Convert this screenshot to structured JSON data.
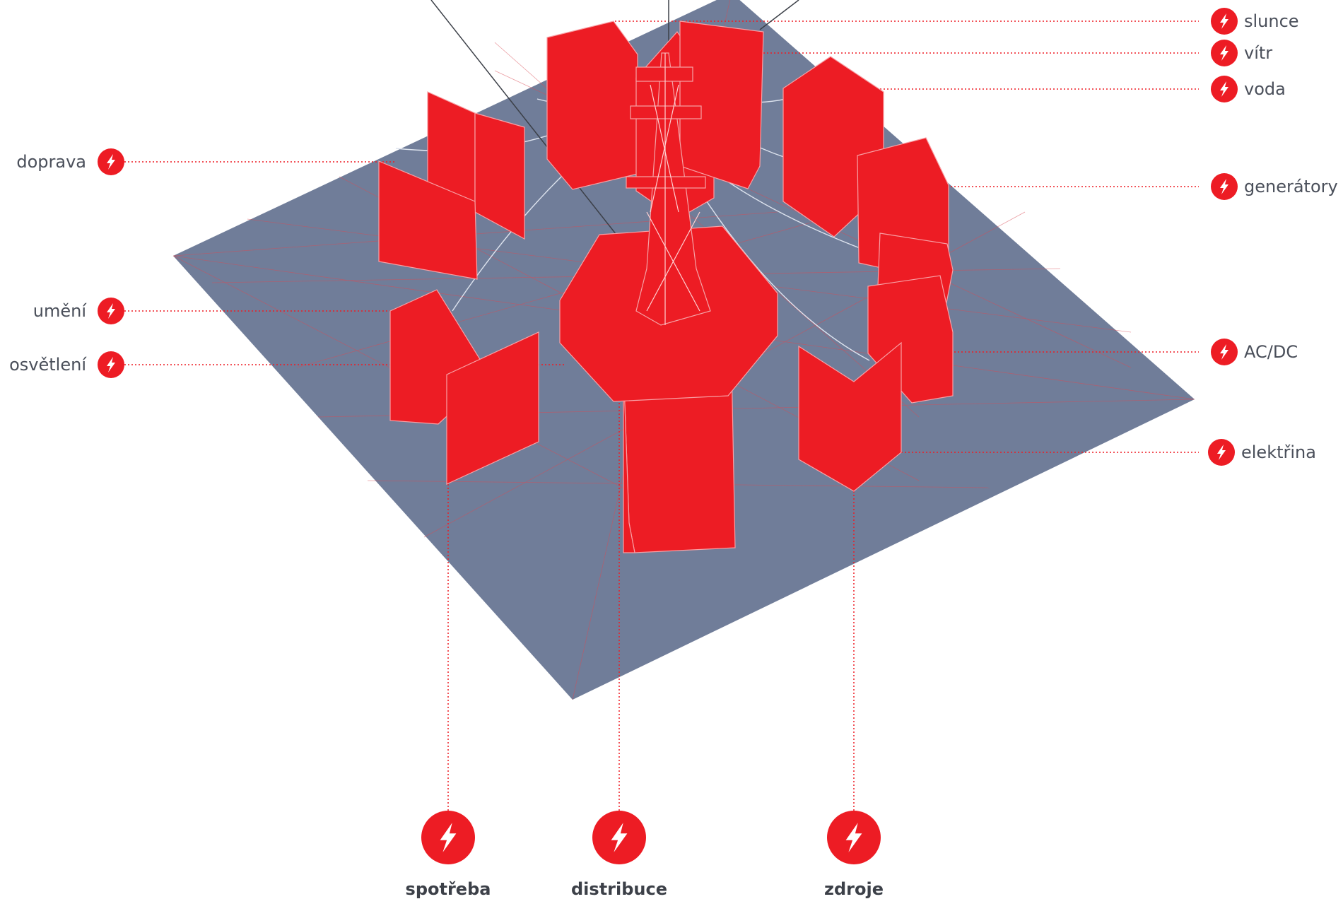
{
  "colors": {
    "accent": "#ed1c24",
    "base": "#707d99",
    "text": "#4a4f5a"
  },
  "icon": "lightning-icon",
  "labels": {
    "right": [
      "slunce",
      "vítr",
      "voda",
      "generátory",
      "AC/DC",
      "elektřina"
    ],
    "left": [
      "doprava",
      "umění",
      "osvětlení"
    ],
    "bottom": [
      "spotřeba",
      "distribuce",
      "zdroje"
    ]
  }
}
